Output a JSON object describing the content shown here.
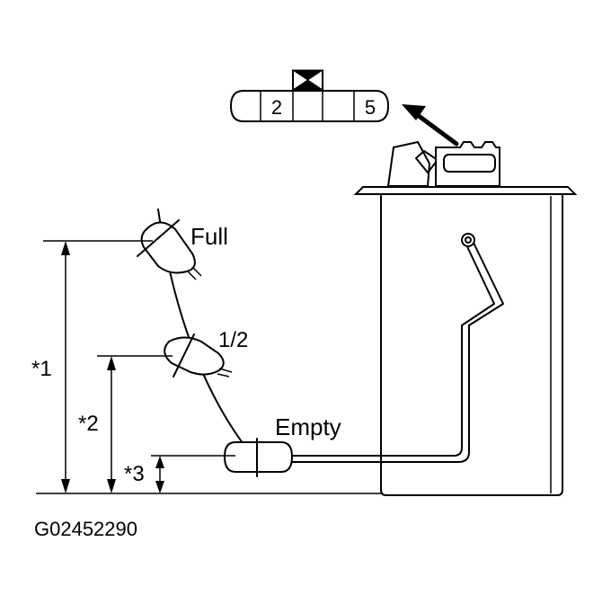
{
  "labels": {
    "full": "Full",
    "half": "1/2",
    "empty": "Empty",
    "dim1": "*1",
    "dim2": "*2",
    "dim3": "*3",
    "figure_code": "G02452290"
  },
  "connector": {
    "pins": [
      "",
      "2",
      "",
      "",
      "5"
    ]
  },
  "colors": {
    "line": "#000000",
    "background": "#ffffff"
  }
}
